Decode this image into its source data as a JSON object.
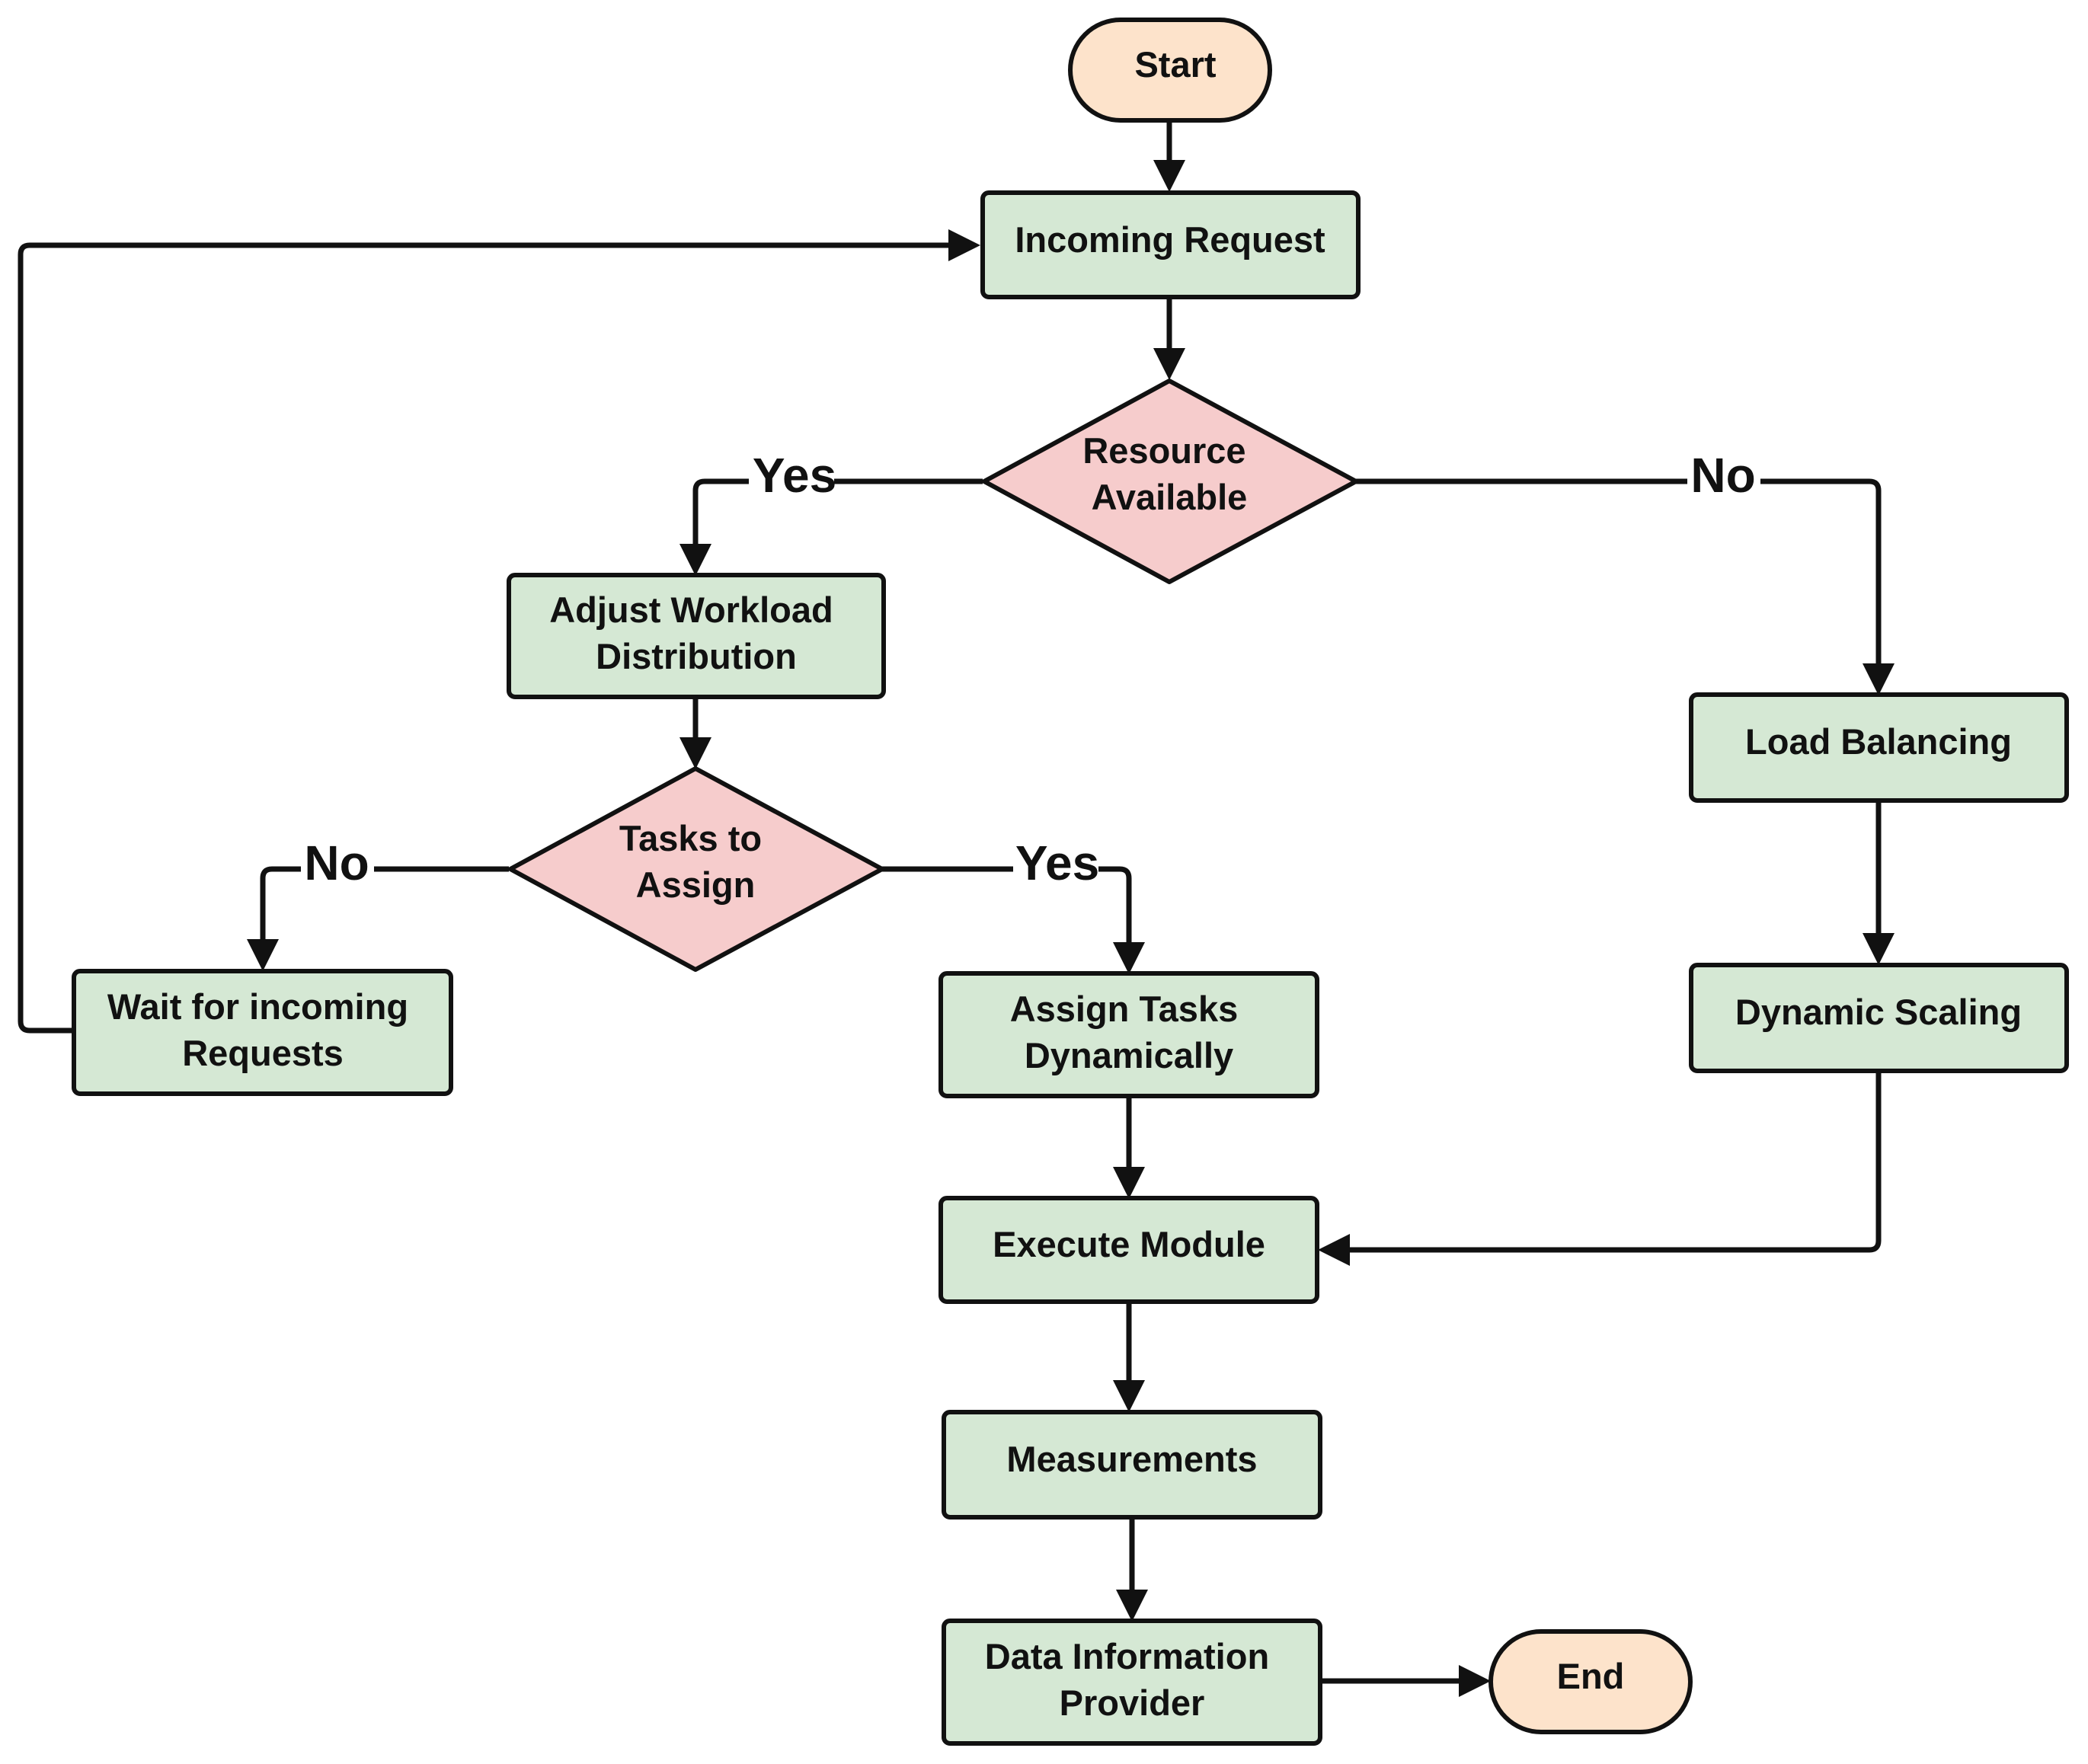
{
  "colors": {
    "terminal_fill": "#FDE3CB",
    "process_fill": "#D5E8D4",
    "decision_fill": "#F6CCCC",
    "stroke": "#111111"
  },
  "nodes": {
    "start": {
      "lines": [
        "Start"
      ]
    },
    "incoming_request": {
      "lines": [
        "Incoming Request"
      ]
    },
    "resource_available": {
      "lines": [
        "Resource",
        "Available"
      ]
    },
    "adjust_workload": {
      "lines": [
        "Adjust Workload",
        "Distribution"
      ]
    },
    "tasks_to_assign": {
      "lines": [
        "Tasks to",
        "Assign"
      ]
    },
    "wait_for_requests": {
      "lines": [
        "Wait for incoming",
        "Requests"
      ]
    },
    "assign_tasks": {
      "lines": [
        "Assign Tasks",
        "Dynamically"
      ]
    },
    "load_balancing": {
      "lines": [
        "Load Balancing"
      ]
    },
    "dynamic_scaling": {
      "lines": [
        "Dynamic Scaling"
      ]
    },
    "execute_module": {
      "lines": [
        "Execute Module"
      ]
    },
    "measurements": {
      "lines": [
        "Measurements"
      ]
    },
    "data_info_provider": {
      "lines": [
        "Data Information",
        "Provider"
      ]
    },
    "end": {
      "lines": [
        "End"
      ]
    }
  },
  "edge_labels": {
    "resource_yes": "Yes",
    "resource_no": "No",
    "tasks_no": "No",
    "tasks_yes": "Yes"
  }
}
